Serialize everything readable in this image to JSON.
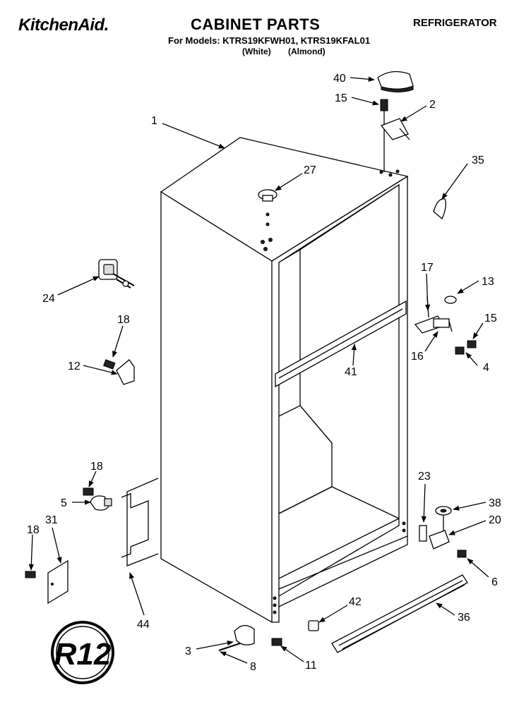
{
  "header": {
    "brand": "KitchenAid.",
    "title": "CABINET PARTS",
    "category": "REFRIGERATOR",
    "models_line": "For Models: KTRS19KFWH01, KTRS19KFAL01",
    "color_1": "(White)",
    "color_2": "(Almond)"
  },
  "callouts": {
    "c1": "1",
    "c2": "2",
    "c3": "3",
    "c4": "4",
    "c5": "5",
    "c6": "6",
    "c8": "8",
    "c11": "11",
    "c12": "12",
    "c13": "13",
    "c15a": "15",
    "c15b": "15",
    "c16": "16",
    "c17": "17",
    "c18a": "18",
    "c18b": "18",
    "c18c": "18",
    "c20": "20",
    "c23": "23",
    "c24": "24",
    "c27": "27",
    "c31": "31",
    "c35": "35",
    "c36": "36",
    "c38": "38",
    "c40": "40",
    "c41": "41",
    "c42": "42",
    "c44": "44"
  },
  "badge": {
    "text": "R12"
  }
}
